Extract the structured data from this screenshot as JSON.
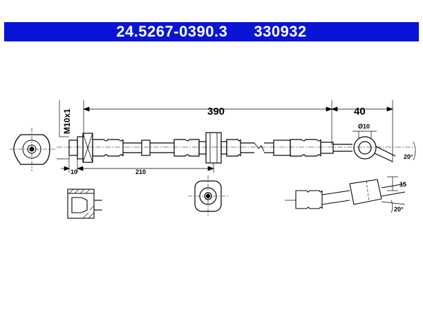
{
  "header": {
    "part_number": "24.5267-0390.3",
    "alt_number": "330932",
    "bg_color": "#0a14d6"
  },
  "dimensions": {
    "length_main": "390",
    "length_end": "40",
    "thread": "M10x1",
    "dim_10": "10",
    "dim_210": "210",
    "diameter": "Ø10",
    "angle_top": "20°",
    "angle_bottom": "20°",
    "offset": "15"
  }
}
